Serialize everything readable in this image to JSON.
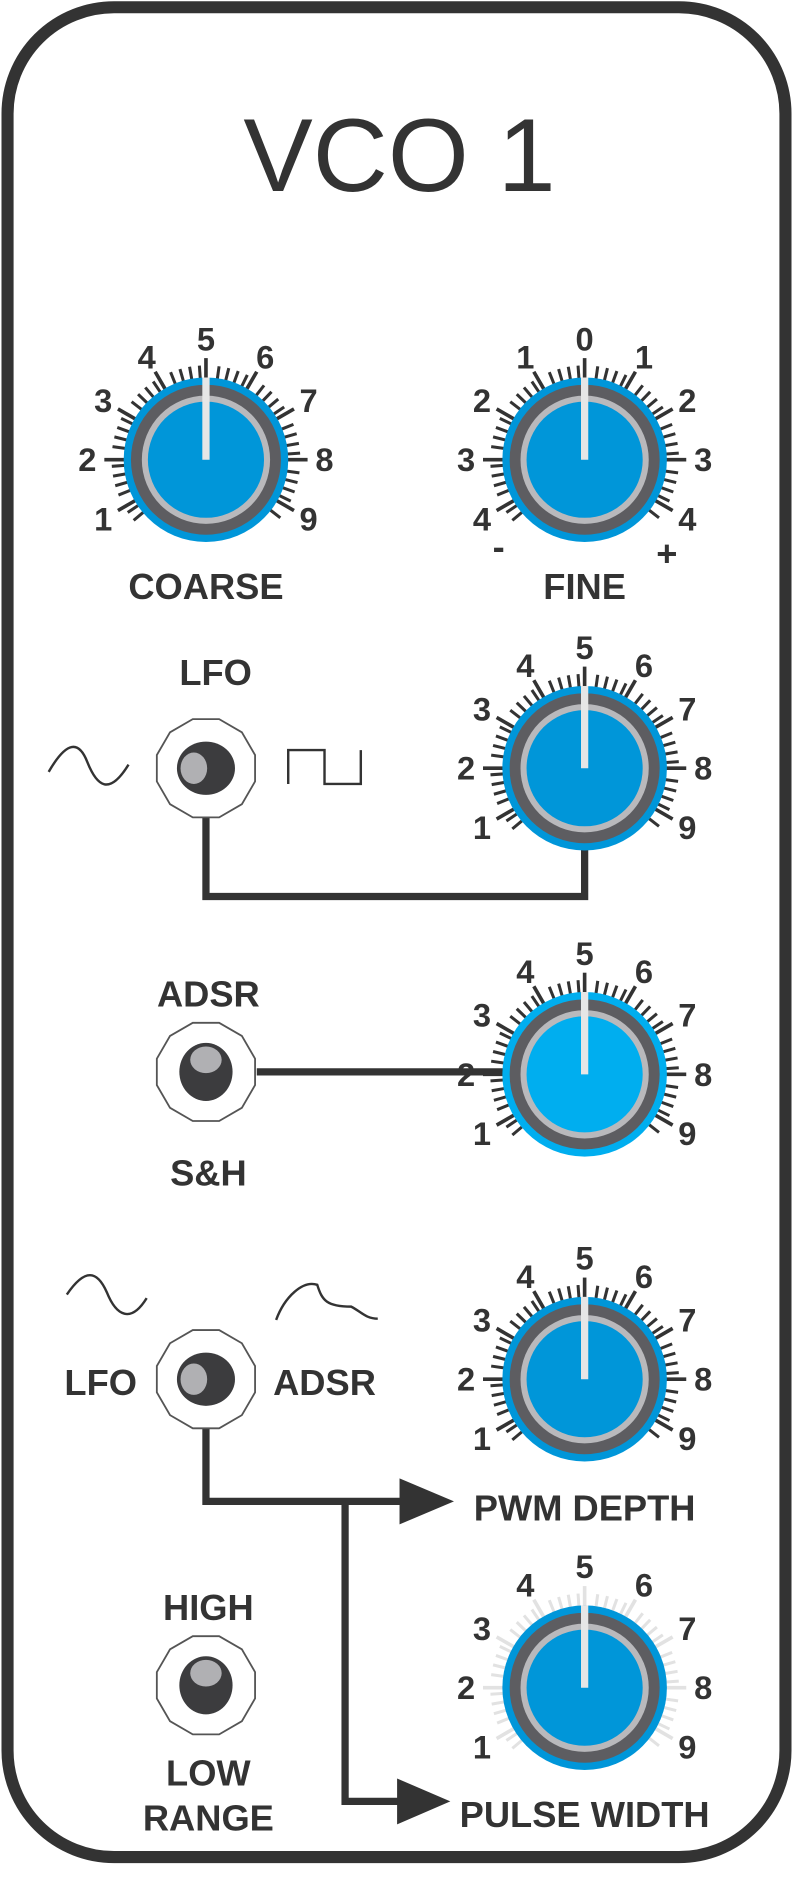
{
  "title": "VCO 1",
  "colors": {
    "knob_blue": "#0096d9",
    "knob_blue_light": "#00aeef",
    "ring_dark": "#5d5d61",
    "ring_light": "#b9b9bc",
    "ink": "#333333"
  },
  "knobs": [
    {
      "name": "coarse",
      "label": "COARSE",
      "scale": [
        "1",
        "2",
        "3",
        "4",
        "5",
        "6",
        "7",
        "8",
        "9"
      ],
      "value": 5,
      "ticks": "dark",
      "color": "#0096d9"
    },
    {
      "name": "fine",
      "label": "FINE",
      "scale": [
        "4",
        "3",
        "2",
        "1",
        "0",
        "1",
        "2",
        "3",
        "4"
      ],
      "value": 0,
      "ticks": "dark",
      "color": "#0096d9",
      "minus": "-",
      "plus": "+"
    },
    {
      "name": "lfo-amount",
      "label": "",
      "scale": [
        "1",
        "2",
        "3",
        "4",
        "5",
        "6",
        "7",
        "8",
        "9"
      ],
      "value": 5,
      "ticks": "dark",
      "color": "#0096d9"
    },
    {
      "name": "adsr-sh-amount",
      "label": "",
      "scale": [
        "1",
        "2",
        "3",
        "4",
        "5",
        "6",
        "7",
        "8",
        "9"
      ],
      "value": 5,
      "ticks": "dark",
      "color": "#00aeef"
    },
    {
      "name": "pwm-depth",
      "label": "PWM DEPTH",
      "scale": [
        "1",
        "2",
        "3",
        "4",
        "5",
        "6",
        "7",
        "8",
        "9"
      ],
      "value": 5,
      "ticks": "dark",
      "color": "#0096d9"
    },
    {
      "name": "pulse-width",
      "label": "PULSE WIDTH",
      "scale": [
        "1",
        "2",
        "3",
        "4",
        "5",
        "6",
        "7",
        "8",
        "9"
      ],
      "value": 5,
      "ticks": "light",
      "color": "#0096d9"
    }
  ],
  "switches": [
    {
      "name": "lfo-waveform",
      "label_top": "LFO",
      "position": "left"
    },
    {
      "name": "adsr-sh",
      "label_top": "ADSR",
      "label_bottom": "S&H",
      "position": "up"
    },
    {
      "name": "mod-source",
      "label_left": "LFO",
      "label_right": "ADSR",
      "position": "left"
    },
    {
      "name": "range",
      "label_top": "HIGH",
      "label_bottom": "LOW",
      "label_caption": "RANGE",
      "position": "up"
    }
  ]
}
